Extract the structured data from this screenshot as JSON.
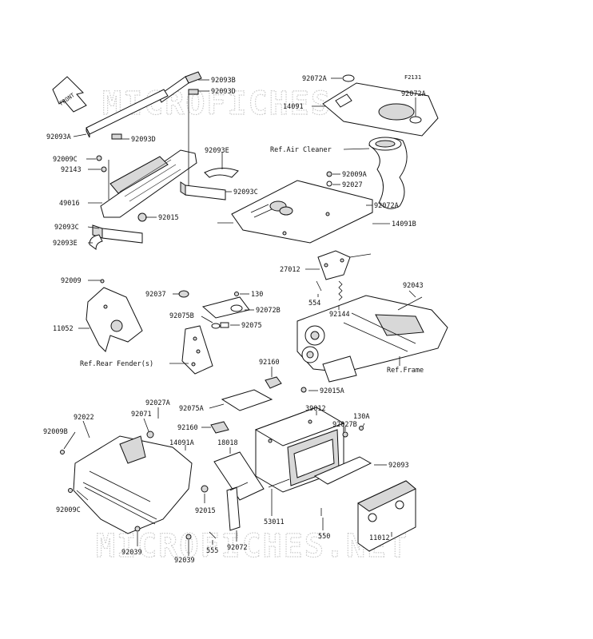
{
  "diagram_id": "F2131",
  "watermarks": [
    "MICROFICHES.NET",
    "MICROFICHES.NET"
  ],
  "front_arrow_label": "FRONT",
  "labels": [
    "92093B",
    "92093D",
    "92093A",
    "92093D",
    "92009C",
    "92143",
    "92093E",
    "49016",
    "92093C",
    "92015",
    "92093C",
    "92093E",
    "92072A",
    "14091",
    "92072A",
    "Ref.Air Cleaner",
    "92009A",
    "92027",
    "92072A",
    "14091B",
    "27012",
    "92043",
    "554",
    "92144",
    "Ref.Frame",
    "92009",
    "11052",
    "92037",
    "130",
    "92072B",
    "92075B",
    "92075",
    "Ref.Rear Fender(s)",
    "92160",
    "92015A",
    "92075A",
    "92027A",
    "92071",
    "92160",
    "39012",
    "92027B",
    "130A",
    "92022",
    "92009B",
    "18018",
    "14091A",
    "92093",
    "92009C",
    "92015",
    "53011",
    "550",
    "11012",
    "92039",
    "555",
    "92072",
    "92039"
  ]
}
